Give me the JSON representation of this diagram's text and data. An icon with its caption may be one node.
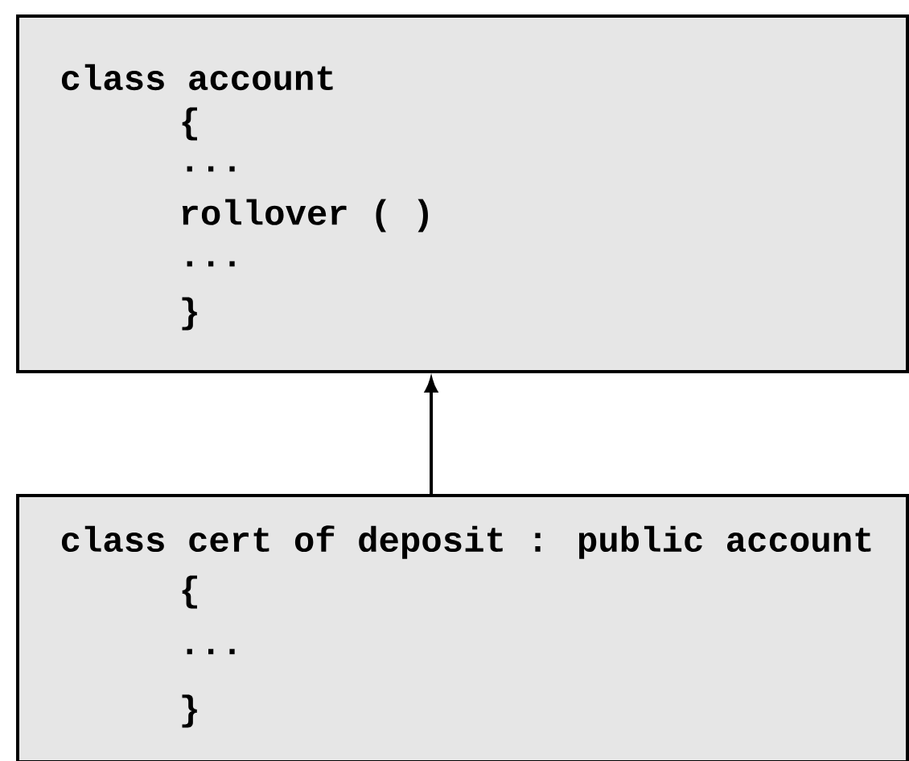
{
  "diagram": {
    "nodes": [
      {
        "text": [
          "class account",
          "{",
          "...",
          "rollover ( )",
          "...",
          "}"
        ]
      },
      {
        "text": [
          "class cert of deposit : public account",
          "{",
          "...",
          "}"
        ]
      }
    ],
    "edges": [
      {
        "from": 1,
        "to": 0,
        "arrow": "to"
      }
    ]
  }
}
